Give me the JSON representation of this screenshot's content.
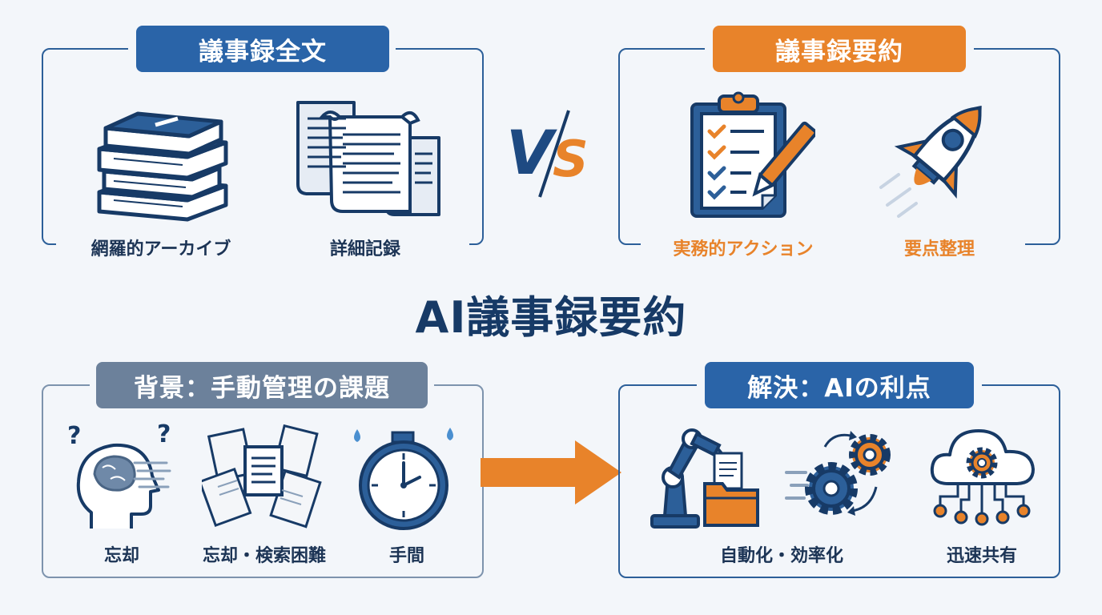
{
  "main_title": "AI議事録要約",
  "vs_text": {
    "v": "V",
    "s": "S"
  },
  "panels": {
    "full_text": {
      "title": "議事録全文",
      "items": [
        "網羅的アーカイブ",
        "詳細記録"
      ]
    },
    "summary": {
      "title": "議事録要約",
      "items": [
        "実務的アクション",
        "要点整理"
      ]
    },
    "background": {
      "title": "背景：手動管理の課題",
      "items": [
        "忘却",
        "忘却・検索困難",
        "手間"
      ]
    },
    "solution": {
      "title": "解決：AIの利点",
      "items": [
        "自動化・効率化",
        "迅速共有"
      ]
    }
  },
  "icons": {
    "full_text": [
      "book-stack-icon",
      "scroll-document-icon"
    ],
    "summary": [
      "checklist-clipboard-icon",
      "rocket-icon"
    ],
    "background": [
      "confused-head-icon",
      "scattered-papers-icon",
      "stopwatch-icon"
    ],
    "solution": [
      "robot-arm-folder-icon",
      "gears-icon",
      "cloud-network-icon"
    ]
  },
  "colors": {
    "navy": "#1c3455",
    "blue": "#2c5f99",
    "orange": "#e8832a",
    "title_blue": "#2a64a8",
    "title_grey": "#6c819b",
    "background": "#f3f6fa"
  }
}
